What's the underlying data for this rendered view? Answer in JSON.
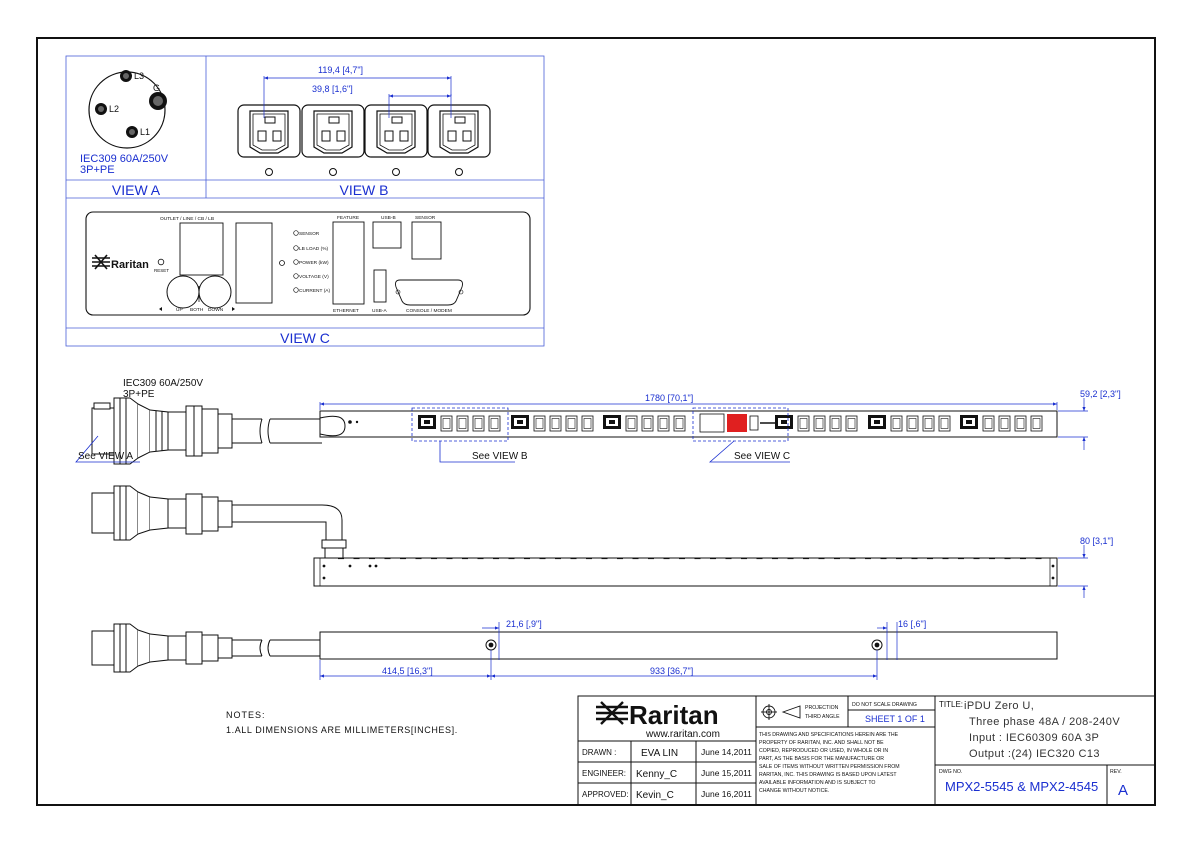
{
  "view_a": {
    "pins": [
      "L3",
      "G",
      "L2",
      "L1"
    ],
    "spec_line1": "IEC309 60A/250V",
    "spec_line2": "3P+PE",
    "label": "VIEW A"
  },
  "view_b": {
    "dim_outer": "119,4 [4,7\"]",
    "dim_inner": "39,8 [1,6\"]",
    "label": "VIEW B"
  },
  "view_c": {
    "panel_header": "OUTLET / LINE / CB / LB",
    "brand": "Raritan",
    "reset": "RESET",
    "nav": [
      "UP",
      "BOTH",
      "DOWN"
    ],
    "indicators": [
      "SENSOR",
      "LB LOAD (%)",
      "POWER (kW)",
      "VOLTAGE (V)",
      "CURRENT (A)"
    ],
    "ports": {
      "feature": "FEATURE",
      "ethernet": "ETHERNET",
      "usb_b": "USB-B",
      "usb_a": "USB-A",
      "sensor": "SENSOR",
      "console": "CONSOLE / MODEM"
    },
    "label": "VIEW C"
  },
  "side_view": {
    "plug_line1": "IEC309 60A/250V",
    "plug_line2": "3P+PE",
    "see_a": "See VIEW A",
    "see_b": "See VIEW B",
    "see_c": "See VIEW C",
    "dim_length": "1780 [70,1\"]",
    "dim_height": "59,2 [2,3\"]"
  },
  "top_view": {
    "dim_depth": "80 [3,1\"]"
  },
  "bottom_view": {
    "dim_hole_left": "21,6 [,9\"]",
    "dim_hole_right": "16 [,6\"]",
    "dim_span_left": "414,5 [16,3\"]",
    "dim_span_right": "933 [36,7\"]"
  },
  "notes": {
    "heading": "NOTES:",
    "line1": "1.ALL DIMENSIONS ARE MILLIMETERS[INCHES]."
  },
  "title_block": {
    "brand": "Raritan",
    "website": "www.raritan.com",
    "drawn_label": "DRAWN :",
    "drawn_name": "EVA LIN",
    "drawn_date": "June 14,2011",
    "engineer_label": "ENGINEER:",
    "engineer_name": "Kenny_C",
    "engineer_date": "June 15,2011",
    "approved_label": "APPROVED:",
    "approved_name": "Kevin_C",
    "approved_date": "June 16,2011",
    "projection_line1": "PROJECTION",
    "projection_line2": "THIRD ANGLE",
    "no_scale": "DO NOT SCALE DRAWING",
    "sheet": "SHEET 1 OF 1",
    "disclaimer": [
      "THIS DRAWING AND SPECIFICATIONS HEREIN ARE THE",
      "PROPERTY OF RARITAN, INC. AND SHALL NOT BE",
      "COPIED, REPRODUCED OR USED, IN WHOLE OR IN",
      "PART, AS THE BASIS FOR THE MANUFACTURE OR",
      "SALE OF ITEMS WITHOUT WRITTEN PERMISSION FROM",
      "RARITAN, INC. THIS DRAWING IS BASED UPON LATEST",
      "AVAILABLE INFORMATION AND IS SUBJECT TO",
      "CHANGE WITHOUT NOTICE."
    ],
    "title_label": "TITLE:",
    "title_lines": [
      "iPDU Zero U,",
      "Three phase 48A / 208-240V",
      "Input : IEC60309 60A 3P",
      "Output :(24) IEC320 C13"
    ],
    "dwg_label": "DWG NO.",
    "dwg_no": "MPX2-5545 & MPX2-4545",
    "rev_label": "REV.",
    "rev": "A"
  }
}
